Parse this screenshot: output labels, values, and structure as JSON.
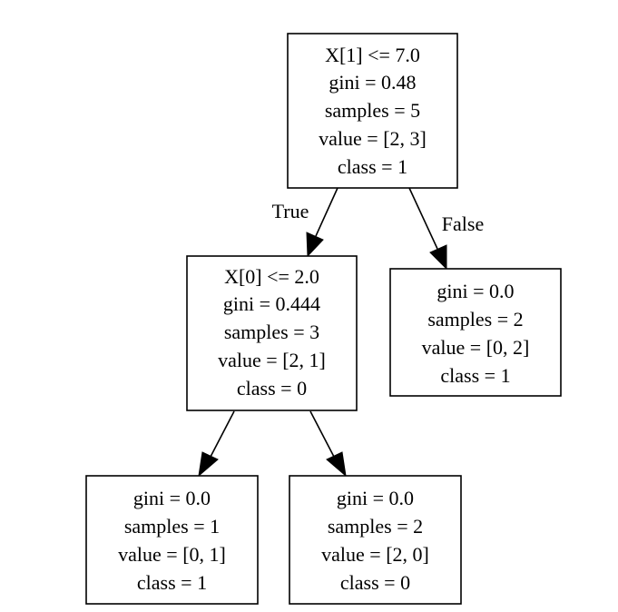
{
  "tree": {
    "nodes": [
      {
        "id": "root",
        "lines": [
          "X[1] <= 7.0",
          "gini = 0.48",
          "samples = 5",
          "value = [2, 3]",
          "class = 1"
        ]
      },
      {
        "id": "left",
        "lines": [
          "X[0] <= 2.0",
          "gini = 0.444",
          "samples = 3",
          "value = [2, 1]",
          "class = 0"
        ]
      },
      {
        "id": "right",
        "lines": [
          "gini = 0.0",
          "samples = 2",
          "value = [0, 2]",
          "class = 1"
        ]
      },
      {
        "id": "left-left",
        "lines": [
          "gini = 0.0",
          "samples = 1",
          "value = [0, 1]",
          "class = 1"
        ]
      },
      {
        "id": "left-right",
        "lines": [
          "gini = 0.0",
          "samples = 2",
          "value = [2, 0]",
          "class = 0"
        ]
      }
    ],
    "edges": [
      {
        "from": "root",
        "to": "left",
        "label": "True"
      },
      {
        "from": "root",
        "to": "right",
        "label": "False"
      },
      {
        "from": "left",
        "to": "left-left",
        "label": ""
      },
      {
        "from": "left",
        "to": "left-right",
        "label": ""
      }
    ]
  }
}
